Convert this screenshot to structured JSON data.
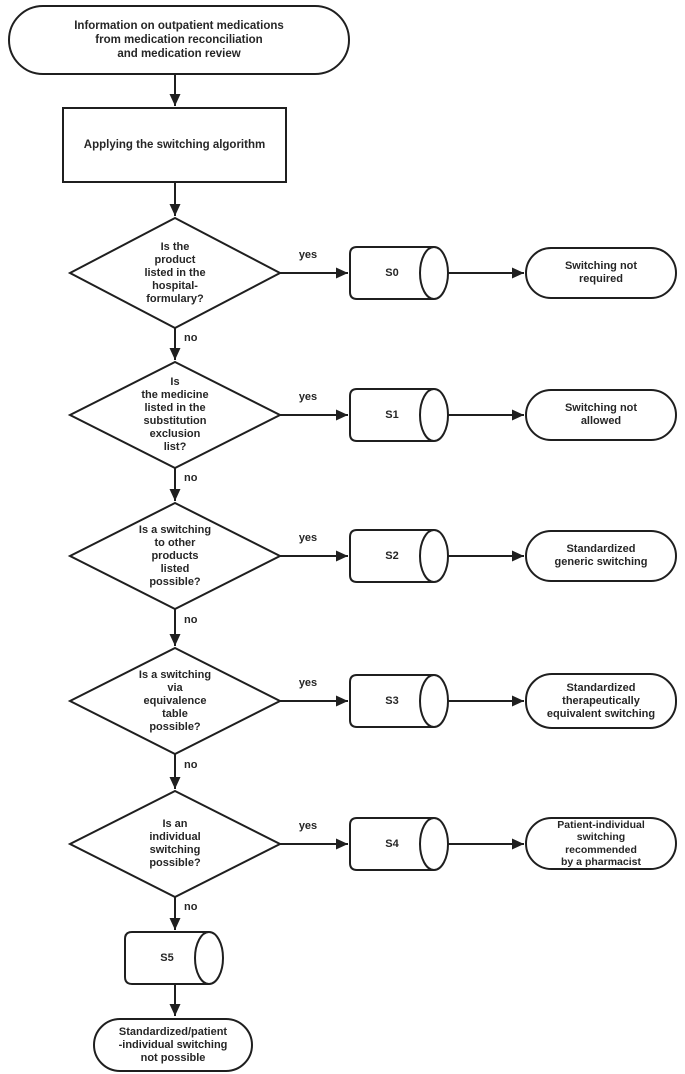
{
  "start": {
    "text": "Information on outpatient medications\nfrom medication reconciliation\nand medication review"
  },
  "process": {
    "text": "Applying the switching algorithm"
  },
  "rows": [
    {
      "decision": "Is the\nproduct\nlisted in the\nhospital-\nformulary?",
      "yes": "yes",
      "no": "no",
      "step": "S0",
      "outcome": "Switching not\nrequired"
    },
    {
      "decision": "Is\nthe medicine\nlisted in the\nsubstitution\nexclusion\nlist?",
      "yes": "yes",
      "no": "no",
      "step": "S1",
      "outcome": "Switching not\nallowed"
    },
    {
      "decision": "Is a switching\nto other\nproducts\nlisted\npossible?",
      "yes": "yes",
      "no": "no",
      "step": "S2",
      "outcome": "Standardized\ngeneric switching"
    },
    {
      "decision": "Is a switching\nvia\nequivalence\ntable\npossible?",
      "yes": "yes",
      "no": "no",
      "step": "S3",
      "outcome": "Standardized\ntherapeutically\nequivalent switching"
    },
    {
      "decision": "Is an\nindividual\nswitching\npossible?",
      "yes": "yes",
      "no": "no",
      "step": "S4",
      "outcome": "Patient-individual\nswitching\nrecommended\nby a pharmacist"
    }
  ],
  "final": {
    "step": "S5",
    "outcome": "Standardized/patient\n-individual switching\nnot possible"
  },
  "colors": {
    "line": "#1f1f1f",
    "text": "#262626",
    "background": "#ffffff"
  }
}
